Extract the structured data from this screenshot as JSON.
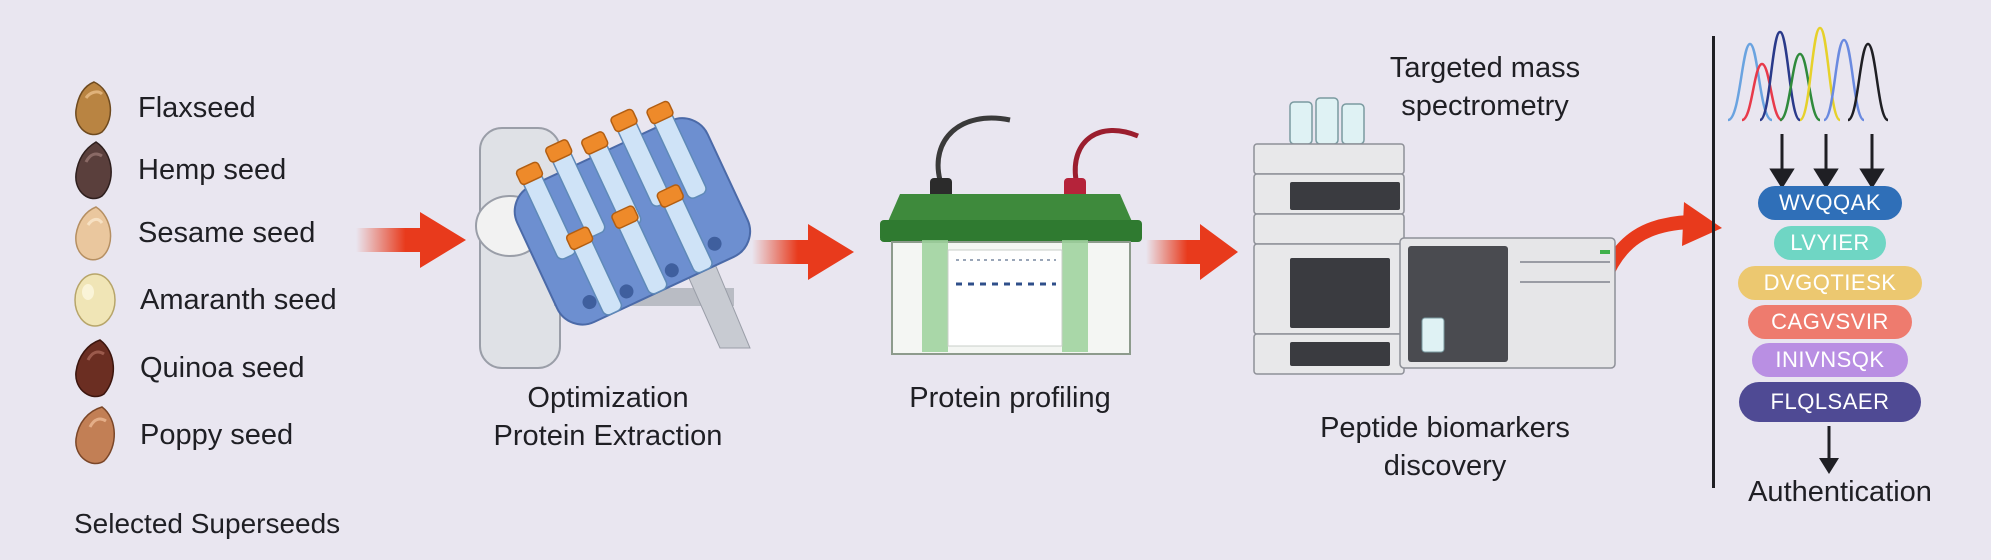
{
  "seeds": {
    "items": [
      {
        "label": "Flaxseed",
        "color": "#b98442"
      },
      {
        "label": "Hemp seed",
        "color": "#5a3f3c"
      },
      {
        "label": "Sesame seed",
        "color": "#eac79e"
      },
      {
        "label": "Amaranth seed",
        "color": "#f0e5b6"
      },
      {
        "label": "Quinoa seed",
        "color": "#6b2e22"
      },
      {
        "label": "Poppy seed",
        "color": "#c27f55"
      }
    ],
    "caption": "Selected Superseeds"
  },
  "steps": {
    "extraction": {
      "line1": "Optimization",
      "line2": "Protein Extraction"
    },
    "profiling": {
      "label": "Protein profiling"
    },
    "ms": {
      "line1": "Targeted mass",
      "line2": "spectrometry"
    },
    "discovery": {
      "line1": "Peptide biomarkers",
      "line2": "discovery"
    }
  },
  "peptides": [
    {
      "label": "WVQQAK",
      "color": "#2f6fb8"
    },
    {
      "label": "LVYIER",
      "color": "#6fd6c4"
    },
    {
      "label": "DVGQTIESK",
      "color": "#ecc870"
    },
    {
      "label": "CAGVSVIR",
      "color": "#ee7b6e"
    },
    {
      "label": "INIVNSQK",
      "color": "#b98fe3"
    },
    {
      "label": "FLQLSAER",
      "color": "#4f4a94"
    }
  ],
  "result": {
    "label": "Authentication"
  },
  "colors": {
    "arrow": "#e83a1c",
    "background": "#e9e6f0"
  }
}
